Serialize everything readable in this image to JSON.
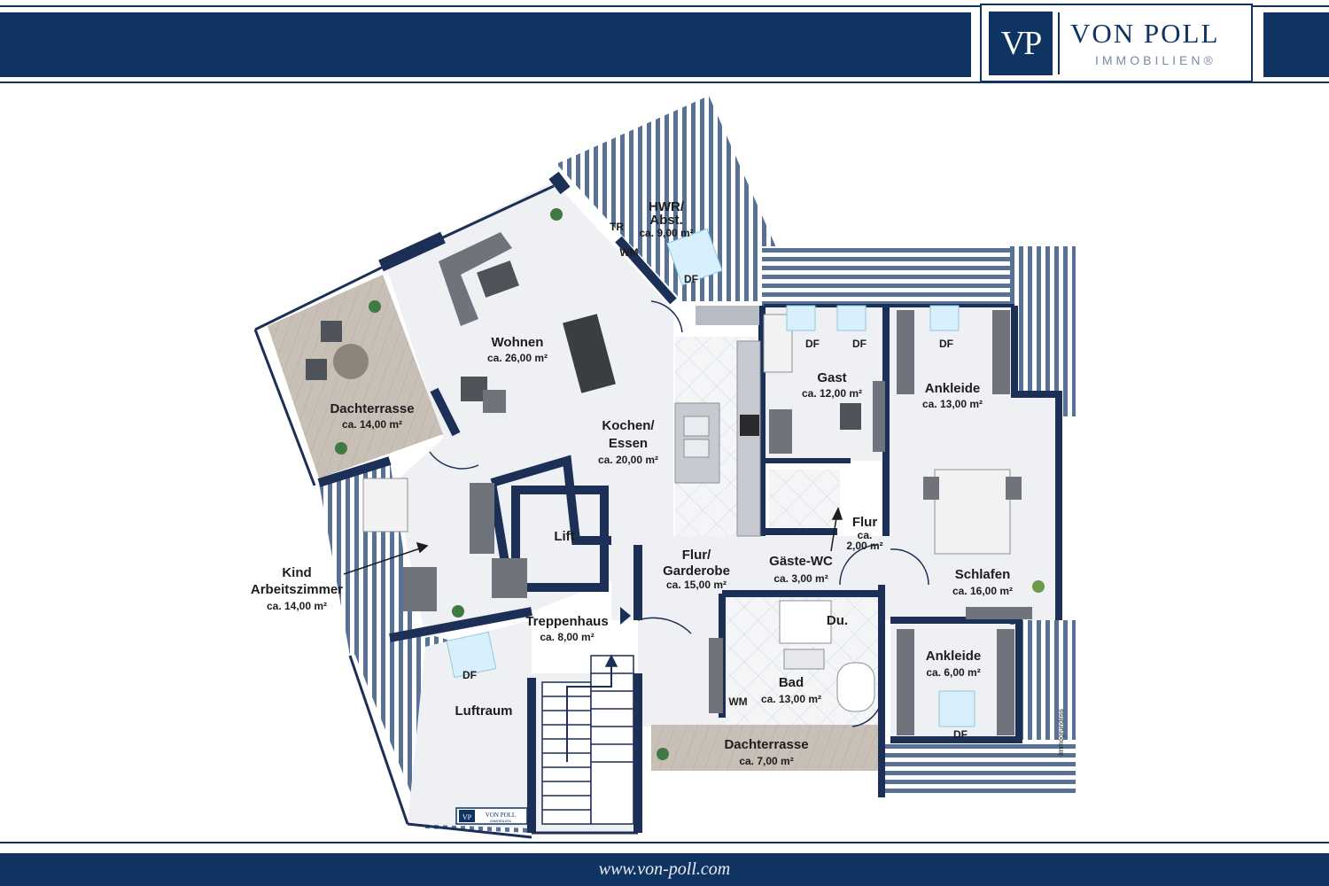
{
  "brand": {
    "mark": "VP",
    "name": "VON POLL",
    "sub": "IMMOBILIEN®",
    "small_name": "VON POLL",
    "small_sub": "IMMOBILIEN",
    "colors": {
      "navy": "#0f3462",
      "floor": "#eef0f3",
      "terrace": "#c9c0b8",
      "wall": "#1c2f56"
    }
  },
  "footer": {
    "url": "www.von-poll.com"
  },
  "credit": "Immogrundriss",
  "rooms": {
    "hwr": {
      "name1": "HWR/",
      "name2": "Abst.",
      "area": "ca. 9,00 m²"
    },
    "wohnen": {
      "name": "Wohnen",
      "area": "ca. 26,00 m²"
    },
    "dachterrasse1": {
      "name": "Dachterrasse",
      "area": "ca. 14,00 m²"
    },
    "kochen": {
      "name1": "Kochen/",
      "name2": "Essen",
      "area": "ca. 20,00 m²"
    },
    "gast": {
      "name": "Gast",
      "area": "ca. 12,00 m²"
    },
    "ankleide1": {
      "name": "Ankleide",
      "area": "ca. 13,00 m²"
    },
    "kind": {
      "name1": "Kind",
      "name2": "Arbeitszimmer",
      "area": "ca. 14,00 m²"
    },
    "lift": {
      "name": "Lift"
    },
    "flur_small": {
      "name": "Flur",
      "area1": "ca.",
      "area2": "2,00 m²"
    },
    "flur_garderobe": {
      "name1": "Flur/",
      "name2": "Garderobe",
      "area": "ca. 15,00 m²"
    },
    "gaeste_wc": {
      "name": "Gäste-WC",
      "area": "ca. 3,00 m²"
    },
    "schlafen": {
      "name": "Schlafen",
      "area": "ca. 16,00 m²"
    },
    "treppenhaus": {
      "name": "Treppenhaus",
      "area": "ca. 8,00 m²"
    },
    "du": {
      "name": "Du."
    },
    "bad": {
      "name": "Bad",
      "area": "ca. 13,00 m²"
    },
    "ankleide2": {
      "name": "Ankleide",
      "area": "ca. 6,00 m²"
    },
    "luftraum": {
      "name": "Luftraum"
    },
    "dachterrasse2": {
      "name": "Dachterrasse",
      "area": "ca. 7,00 m²"
    }
  },
  "tags": {
    "df": "DF",
    "tr": "TR",
    "wm": "WM"
  }
}
